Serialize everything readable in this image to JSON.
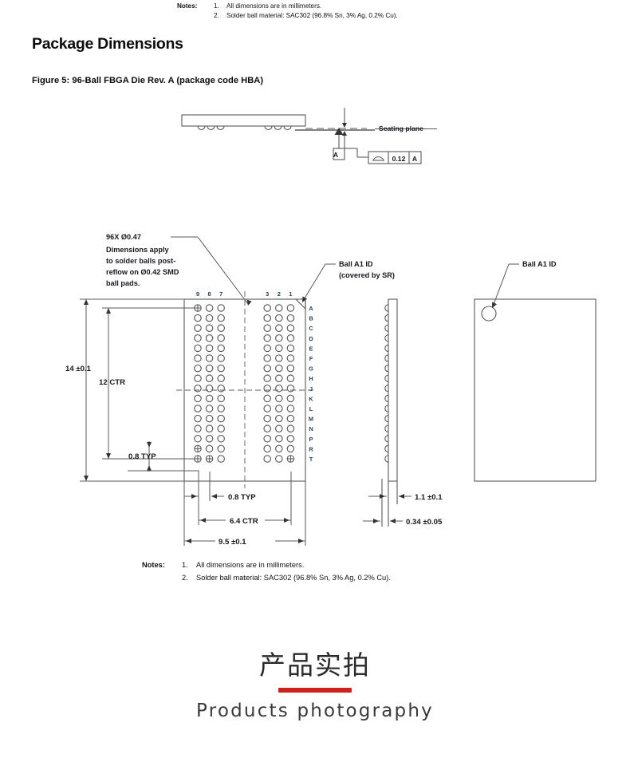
{
  "top_notes": {
    "label": "Notes:",
    "items": [
      {
        "num": "1.",
        "text": "All dimensions are in millimeters."
      },
      {
        "num": "2.",
        "text": "Solder ball material: SAC302 (96.8% Sn, 3% Ag, 0.2% Cu)."
      }
    ]
  },
  "section_title": "Package Dimensions",
  "figure_title": "Figure 5: 96-Ball FBGA Die Rev. A (package code HBA)",
  "side_view": {
    "seating_plane_label": "Seating plane",
    "datum_label": "A",
    "gdt": {
      "symbol": "flatness-icon",
      "tolerance": "0.12",
      "datum": "A"
    }
  },
  "bottom_view": {
    "ball_callout": "96X Ø0.47",
    "ball_callout_note": "Dimensions apply to solder balls post-reflow on Ø0.42 SMD ball pads.",
    "ball_callout_lines": [
      "Dimensions apply",
      "to solder balls post-",
      "reflow on Ø0.42 SMD",
      "ball pads."
    ],
    "ball_a1_id": "Ball A1 ID",
    "ball_a1_id_sub": "(covered by SR)",
    "column_labels_left": [
      "9",
      "8",
      "7"
    ],
    "column_labels_right": [
      "3",
      "2",
      "1"
    ],
    "row_labels": [
      "A",
      "B",
      "C",
      "D",
      "E",
      "F",
      "G",
      "H",
      "J",
      "K",
      "L",
      "M",
      "N",
      "P",
      "R",
      "T"
    ],
    "dimensions": {
      "height_overall": "14 ±0.1",
      "height_ctr": "12 CTR",
      "pitch_vertical": "0.8 TYP",
      "pitch_horizontal": "0.8 TYP",
      "width_ctr": "6.4 CTR",
      "width_overall": "9.5 ±0.1"
    }
  },
  "edge_view": {
    "dimensions": {
      "thickness_total": "1.1 ±0.1",
      "ball_height": "0.34 ±0.05"
    }
  },
  "top_view": {
    "ball_a1_id": "Ball A1 ID"
  },
  "bottom_notes": {
    "label": "Notes:",
    "items": [
      {
        "num": "1.",
        "text": "All dimensions are in millimeters."
      },
      {
        "num": "2.",
        "text": "Solder ball material: SAC302 (96.8% Sn, 3% Ag, 0.2% Cu)."
      }
    ]
  },
  "promo": {
    "chinese": "产品实拍",
    "english": "Products photography",
    "bar_color": "#d0201b"
  },
  "colors": {
    "line": "#5a5a5a",
    "text": "#16181d",
    "grid_label": "#2b3c55",
    "accent_red": "#d0201b"
  }
}
